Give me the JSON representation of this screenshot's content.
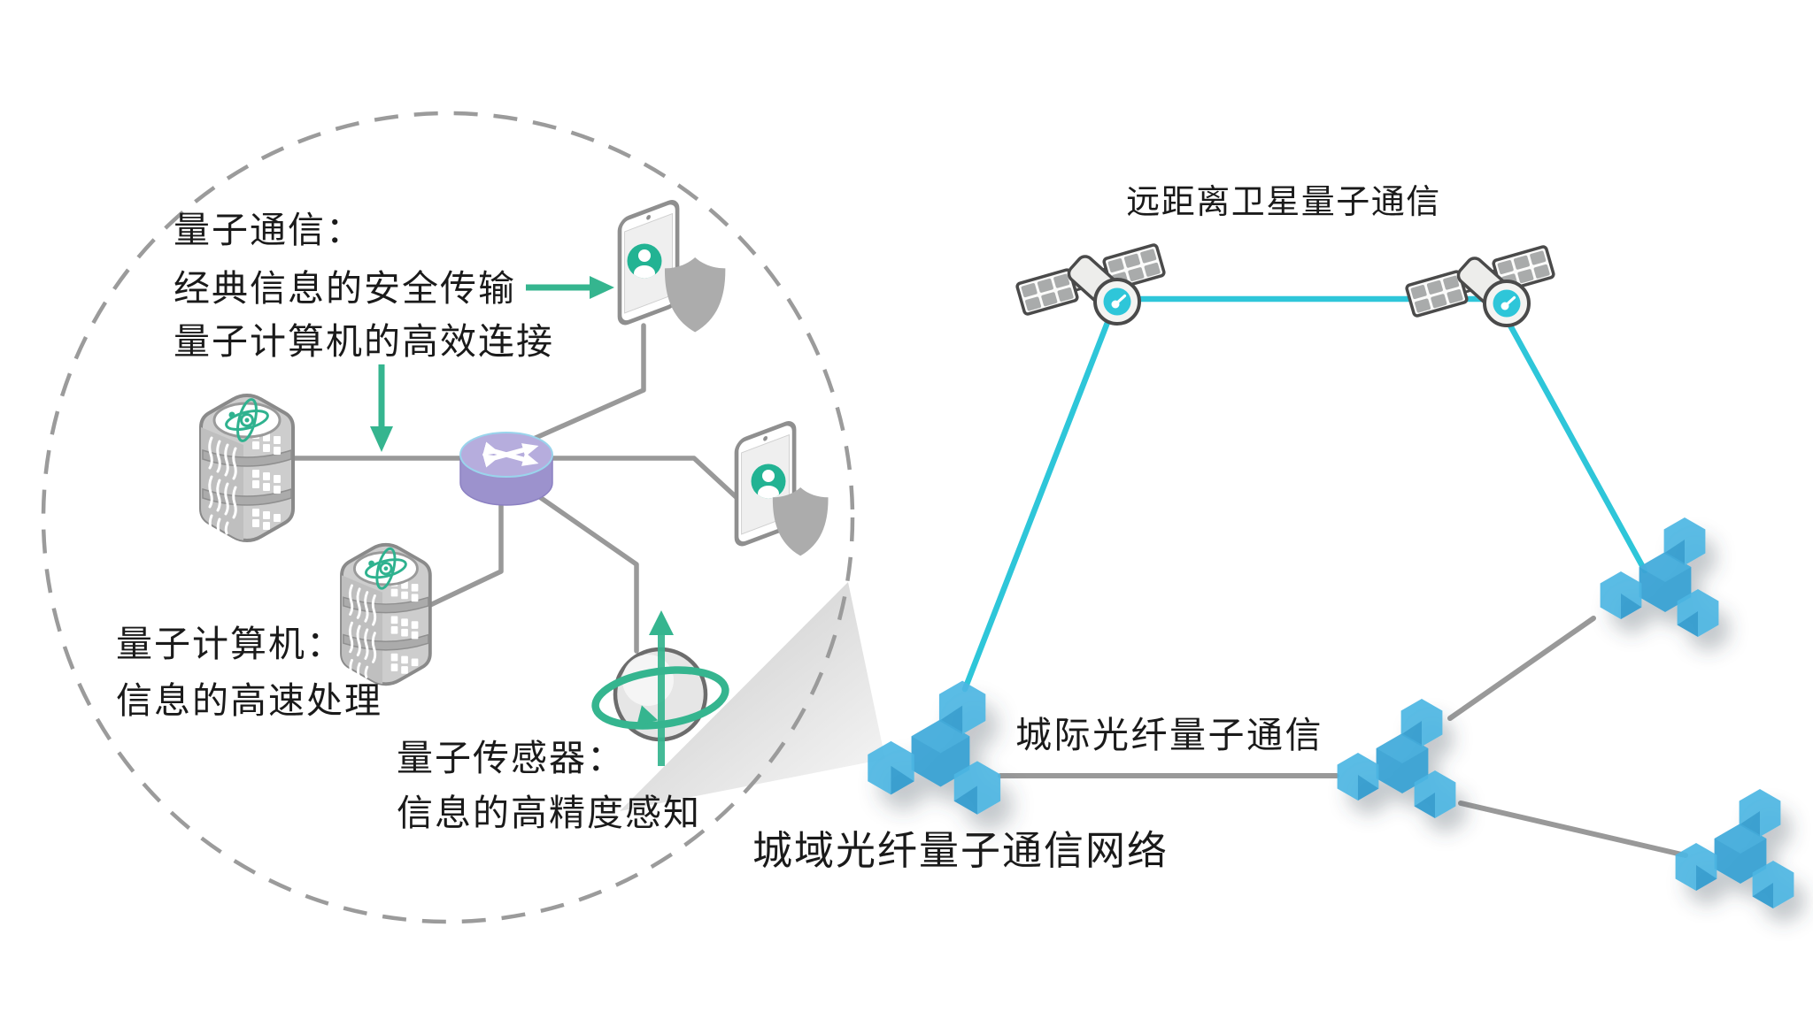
{
  "magnifier": {
    "quantum_communication": {
      "title": "量子通信：",
      "desc1": "经典信息的安全传输",
      "desc2": "量子计算机的高效连接"
    },
    "quantum_computer": {
      "title": "量子计算机：",
      "desc1": "信息的高速处理"
    },
    "quantum_sensor": {
      "title": "量子传感器：",
      "desc1": "信息的高精度感知"
    }
  },
  "network_labels": {
    "satellite": "远距离卫星量子通信",
    "intercity": "城际光纤量子通信",
    "metro": "城域光纤量子通信网络"
  },
  "icons": {
    "quantum_computer": "server-tower-atom-icon",
    "router": "router-cylinder-icon",
    "secure_phone": "phone-user-shield-icon",
    "quantum_sensor": "spin-sphere-icon",
    "satellite": "satellite-icon",
    "network_node": "hexagon-cluster-node-icon"
  },
  "colors": {
    "accent_green": "#2FB28F",
    "cyan_link": "#2EC6D9",
    "node_blue": "#3FA9DB",
    "router_purple": "#A79ED6",
    "line_gray": "#999999",
    "icon_gray": "#ACACAC",
    "text": "#1A1A1A"
  }
}
